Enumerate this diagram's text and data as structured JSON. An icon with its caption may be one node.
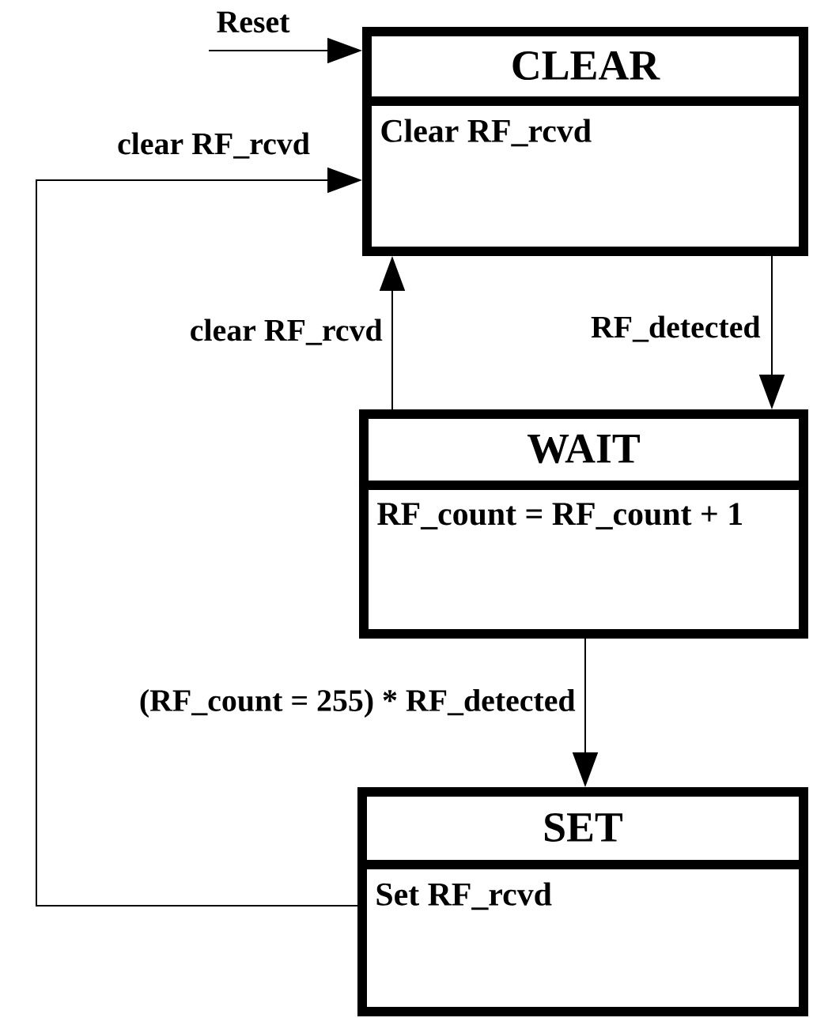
{
  "diagram": {
    "nodes": [
      {
        "text": [
          "CLEAR",
          "Clear RF_rcvd"
        ]
      },
      {
        "text": [
          "WAIT",
          "RF_count = RF_count + 1"
        ]
      },
      {
        "text": [
          "SET",
          "Set RF_rcvd"
        ]
      }
    ],
    "edges": [
      {
        "from": null,
        "to": 0,
        "arrow": "to",
        "label": "Reset"
      },
      {
        "from": 2,
        "to": 0,
        "arrow": "to",
        "label": "clear RF_rcvd"
      },
      {
        "from": 1,
        "to": 0,
        "arrow": "to",
        "label": "clear RF_rcvd"
      },
      {
        "from": 0,
        "to": 1,
        "arrow": "to",
        "label": "RF_detected"
      },
      {
        "from": 1,
        "to": 2,
        "arrow": "to",
        "label": "(RF_count = 255) * RF_detected"
      }
    ]
  }
}
